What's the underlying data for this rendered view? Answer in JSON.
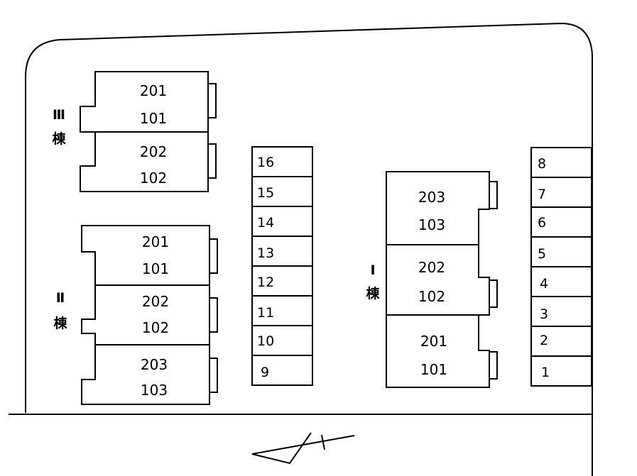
{
  "buildings": {
    "bldg3": {
      "label": "Ⅲ",
      "suffix": "棟",
      "units": [
        {
          "upper": "201",
          "lower": "101"
        },
        {
          "upper": "202",
          "lower": "102"
        }
      ]
    },
    "bldg2": {
      "label": "Ⅱ",
      "suffix": "棟",
      "units": [
        {
          "upper": "201",
          "lower": "101"
        },
        {
          "upper": "202",
          "lower": "102"
        },
        {
          "upper": "203",
          "lower": "103"
        }
      ]
    },
    "bldg1": {
      "label": "Ⅰ",
      "suffix": "棟",
      "units": [
        {
          "upper": "203",
          "lower": "103"
        },
        {
          "upper": "202",
          "lower": "102"
        },
        {
          "upper": "201",
          "lower": "101"
        }
      ]
    }
  },
  "parking_center": [
    "16",
    "15",
    "14",
    "13",
    "12",
    "11",
    "10",
    "9"
  ],
  "parking_right": [
    "8",
    "7",
    "6",
    "5",
    "4",
    "3",
    "2",
    "1"
  ]
}
